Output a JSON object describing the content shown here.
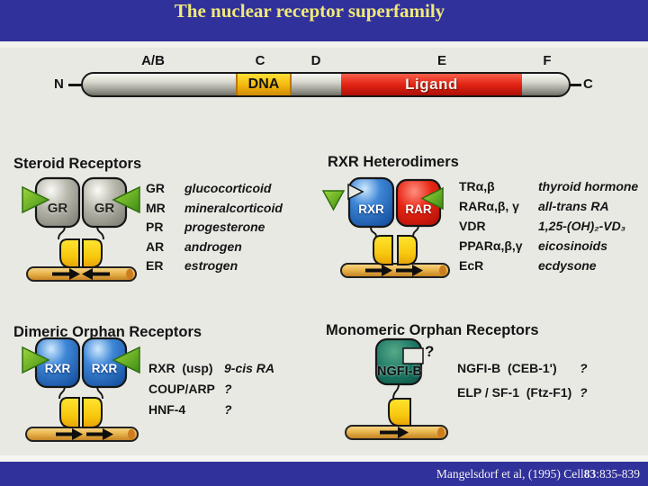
{
  "title": "The nuclear receptor superfamily",
  "citation": {
    "prefix": "Mangelsdorf et al, (1995) Cell ",
    "volume": "83",
    "pages": ":835-839"
  },
  "domain_diagram": {
    "n_terminus": "N",
    "c_terminus": "C",
    "domain_labels": [
      "A/B",
      "C",
      "D",
      "E",
      "F"
    ],
    "dna_label": "DNA",
    "ligand_label": "Ligand"
  },
  "panels": {
    "steroid": {
      "heading": "Steroid Receptors",
      "receptor_left": "GR",
      "receptor_right": "GR",
      "rows": [
        {
          "abbr": "GR",
          "ligand": "glucocorticoid"
        },
        {
          "abbr": "MR",
          "ligand": "mineralcorticoid"
        },
        {
          "abbr": "PR",
          "ligand": "progesterone"
        },
        {
          "abbr": "AR",
          "ligand": "androgen"
        },
        {
          "abbr": "ER",
          "ligand": "estrogen"
        }
      ]
    },
    "heterodimer": {
      "heading": "RXR Heterodimers",
      "receptor_left": "RXR",
      "receptor_right": "RAR",
      "rows": [
        {
          "abbr": "TRα,β",
          "ligand": "thyroid hormone"
        },
        {
          "abbr": "RARα,β, γ",
          "ligand": "all-trans RA"
        },
        {
          "abbr": "VDR",
          "ligand": "1,25-(OH)₂-VD₃"
        },
        {
          "abbr": "PPARα,β,γ",
          "ligand": "eicosinoids"
        },
        {
          "abbr": "EcR",
          "ligand": "ecdysone"
        }
      ]
    },
    "dimeric": {
      "heading": "Dimeric Orphan Receptors",
      "receptor_left": "RXR",
      "receptor_right": "RXR",
      "rows": [
        {
          "abbr": "RXR  (usp)",
          "ligand": "9-cis RA"
        },
        {
          "abbr": "COUP/ARP",
          "ligand": "?"
        },
        {
          "abbr": "HNF-4",
          "ligand": "?"
        }
      ]
    },
    "monomeric": {
      "heading": "Monomeric Orphan Receptors",
      "receptor": "NGFI-B",
      "notch_question": "?",
      "rows": [
        {
          "abbr": "NGFI-B  (CEB-1')",
          "ligand": "?"
        },
        {
          "abbr": "ELP / SF-1  (Ftz-F1)",
          "ligand": "?"
        }
      ]
    }
  },
  "colors": {
    "title_bar": "#31319c",
    "title_text": "#efe97a",
    "background": "#e9e9e4",
    "dna_segment_yellow": "#f2b60c",
    "ligand_segment_red": "#e32414",
    "steroid_gray": "#aeaea4",
    "rxr_blue": "#3e86d6",
    "rar_red": "#e82615",
    "ngfib_teal": "#1d7a66",
    "ligand_arrow_green": "#6fae27",
    "dna_bar_tan": "#eab54e"
  }
}
